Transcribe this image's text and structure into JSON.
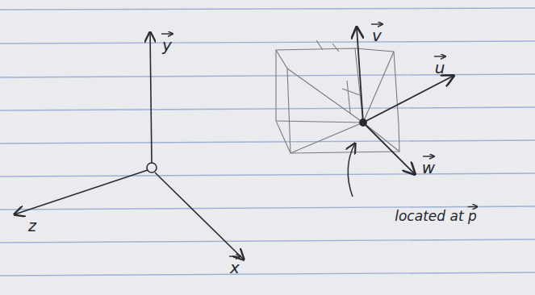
{
  "diagram": {
    "labels": [
      "y",
      "z",
      "x",
      "v",
      "u",
      "w",
      "located at p"
    ]
  }
}
